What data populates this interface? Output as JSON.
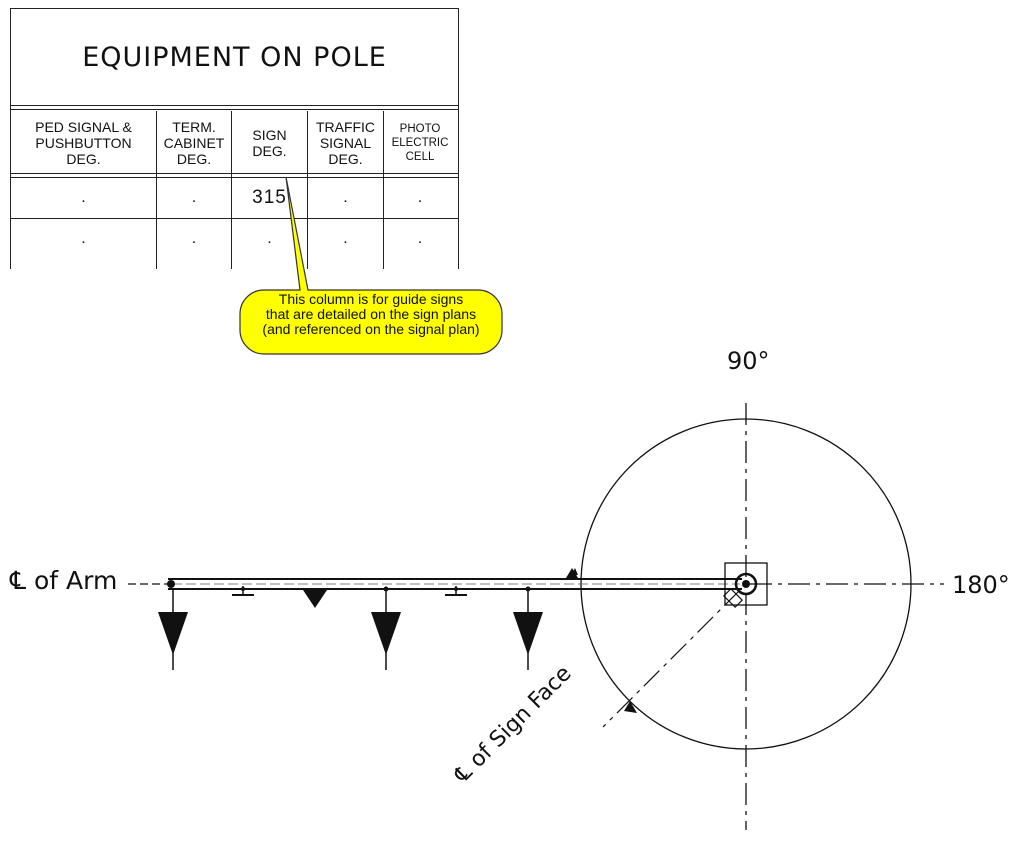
{
  "table": {
    "title": "EQUIPMENT ON POLE",
    "columns": [
      {
        "label": "PED SIGNAL &\nPUSHBUTTON\nDEG."
      },
      {
        "label": "TERM.\nCABINET\nDEG."
      },
      {
        "label": "SIGN\nDEG."
      },
      {
        "label": "TRAFFIC\nSIGNAL\nDEG."
      },
      {
        "label": "PHOTO\nELECTRIC\nCELL"
      }
    ],
    "rows": [
      [
        ".",
        ".",
        "315",
        ".",
        "."
      ],
      [
        ".",
        ".",
        ".",
        ".",
        "."
      ]
    ]
  },
  "callout": {
    "lines": [
      "This column is for guide signs",
      "that are detailed on the sign plans",
      "(and referenced on the signal plan)"
    ],
    "color": "#ffff00"
  },
  "diagram": {
    "angle_top": "90°",
    "angle_right": "180°",
    "arm_label": "℄ of Arm",
    "sign_face_label": "℄ of Sign Face",
    "sign_angle_deg": 315
  }
}
